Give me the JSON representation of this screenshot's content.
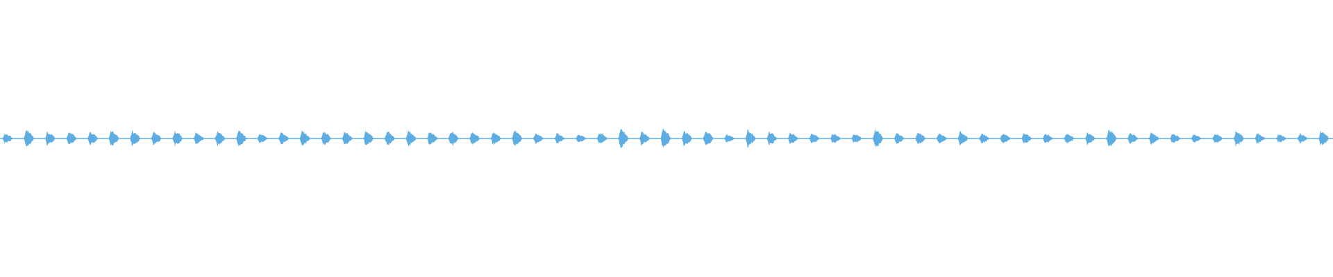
{
  "waveform": {
    "color": "#5dade2",
    "background": "#ffffff",
    "clip_count": 63,
    "baseline_amplitude": 0.02,
    "peak_amplitudes": [
      0.3,
      0.55,
      0.4,
      0.4,
      0.4,
      0.45,
      0.45,
      0.4,
      0.45,
      0.35,
      0.4,
      0.5,
      0.3,
      0.35,
      0.45,
      0.4,
      0.4,
      0.45,
      0.45,
      0.45,
      0.4,
      0.45,
      0.4,
      0.4,
      0.5,
      0.3,
      0.3,
      0.25,
      0.35,
      0.55,
      0.4,
      0.55,
      0.45,
      0.45,
      0.25,
      0.5,
      0.4,
      0.35,
      0.3,
      0.3,
      0.3,
      0.55,
      0.3,
      0.35,
      0.3,
      0.4,
      0.3,
      0.3,
      0.3,
      0.3,
      0.3,
      0.35,
      0.55,
      0.35,
      0.35,
      0.3,
      0.25,
      0.3,
      0.45,
      0.3,
      0.25,
      0.3,
      0.45
    ]
  }
}
